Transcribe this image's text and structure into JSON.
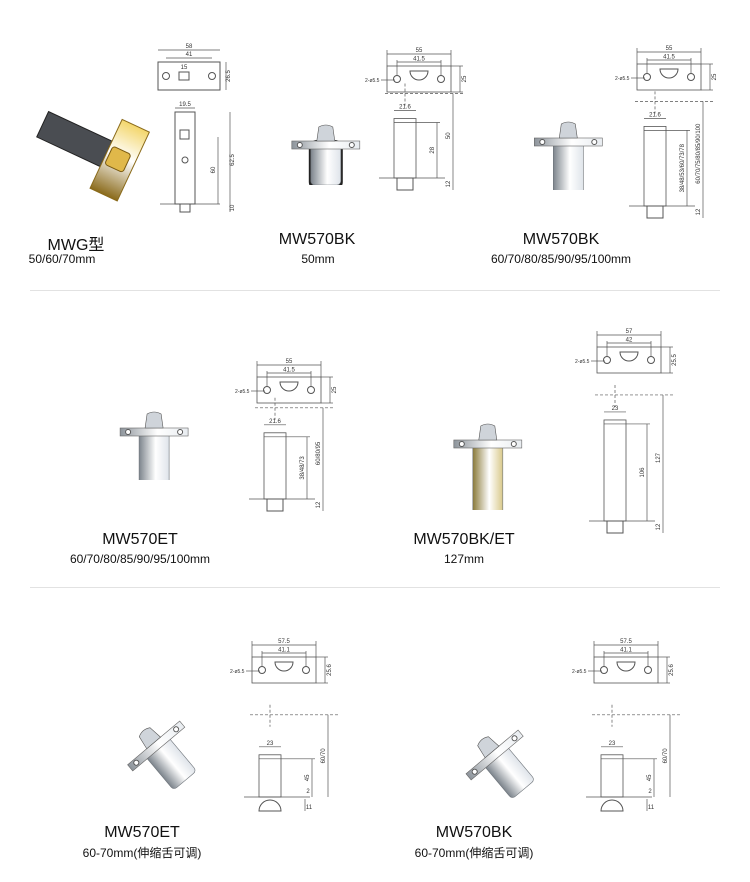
{
  "products": [
    {
      "name": "MWG型",
      "size": "50/60/70mm",
      "style": "mwg",
      "dims": {
        "width": "58",
        "hole_spacing": "41",
        "slot": "15",
        "height": "26.5",
        "bore": "19.5",
        "body": "60",
        "total": "62.5",
        "bottom": "10"
      }
    },
    {
      "name": "MW570BK",
      "size": "50mm",
      "style": "silver",
      "dims": {
        "width": "55",
        "hole_spacing": "41.5",
        "height": "25",
        "hole_label": "2-ø5.5",
        "bore": "21.6",
        "body": "28",
        "total": "50",
        "bottom": "12"
      }
    },
    {
      "name": "MW570BK",
      "size": "60/70/80/85/90/95/100mm",
      "style": "silver",
      "dims": {
        "width": "55",
        "hole_spacing": "41.5",
        "height": "25",
        "hole_label": "2-ø5.5",
        "bore": "21.6",
        "body": "38/48/53/60/73/78",
        "total": "60/70/75/80/85/90/100",
        "bottom": "12"
      }
    },
    {
      "name": "MW570ET",
      "size": "60/70/80/85/90/95/100mm",
      "style": "silver",
      "dims": {
        "width": "55",
        "hole_spacing": "41.5",
        "height": "25",
        "hole_label": "2-ø5.5",
        "bore": "21.6",
        "body": "38/48/73",
        "total": "60/80/95",
        "bottom": "12"
      }
    },
    {
      "name": "MW570BK/ET",
      "size": "127mm",
      "style": "gold",
      "dims": {
        "width": "57",
        "hole_spacing": "42",
        "height": "25.5",
        "hole_label": "2-ø5.5",
        "bore": "23",
        "body": "106",
        "total": "127",
        "bottom": "12"
      }
    },
    {
      "name": "MW570ET",
      "size": "60-70mm(伸缩舌可调)",
      "style": "short",
      "dims": {
        "width": "57.5",
        "hole_spacing": "41.1",
        "height": "25.6",
        "hole_label": "2-ø5.5",
        "bore": "23",
        "body": "45",
        "total": "60/70",
        "bottom": "11",
        "gap": "2"
      }
    },
    {
      "name": "MW570BK",
      "size": "60-70mm(伸缩舌可调)",
      "style": "short",
      "dims": {
        "width": "57.5",
        "hole_spacing": "41.1",
        "height": "25.6",
        "hole_label": "2-ø5.5",
        "bore": "23",
        "body": "45",
        "total": "60/70",
        "bottom": "11",
        "gap": "2"
      }
    }
  ],
  "colors": {
    "brass": "#c9a43a",
    "steel": "#b9bec4",
    "dark": "#333333",
    "line": "#555555"
  }
}
